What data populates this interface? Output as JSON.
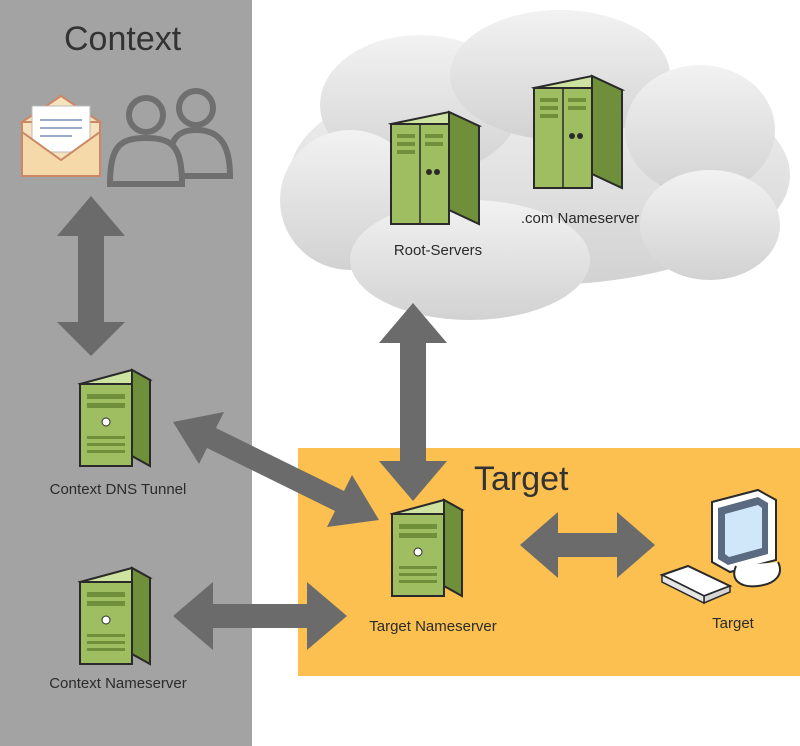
{
  "colors": {
    "context_panel": "#a3a3a3",
    "target_panel": "#fbc04f",
    "arrow": "#6b6b6b",
    "server_green": "#9fbe62",
    "cloud": "#dedede"
  },
  "panels": {
    "context_title": "Context",
    "target_title": "Target"
  },
  "nodes": {
    "root_servers": "Root-Servers",
    "com_nameserver": ".com Nameserver",
    "context_dns_tunnel": "Context DNS Tunnel",
    "context_nameserver": "Context Nameserver",
    "target_nameserver": "Target Nameserver",
    "target": "Target"
  },
  "icons": [
    "envelope-icon",
    "users-icon",
    "server-icon",
    "workstation-icon",
    "cloud-icon"
  ],
  "edges": [
    {
      "from": "users",
      "to": "context_dns_tunnel",
      "direction": "bidirectional"
    },
    {
      "from": "context_dns_tunnel",
      "to": "target_nameserver",
      "direction": "bidirectional"
    },
    {
      "from": "context_nameserver",
      "to": "target_nameserver",
      "direction": "bidirectional"
    },
    {
      "from": "root_servers",
      "to": "target_nameserver",
      "direction": "bidirectional"
    },
    {
      "from": "target_nameserver",
      "to": "target",
      "direction": "bidirectional"
    }
  ]
}
